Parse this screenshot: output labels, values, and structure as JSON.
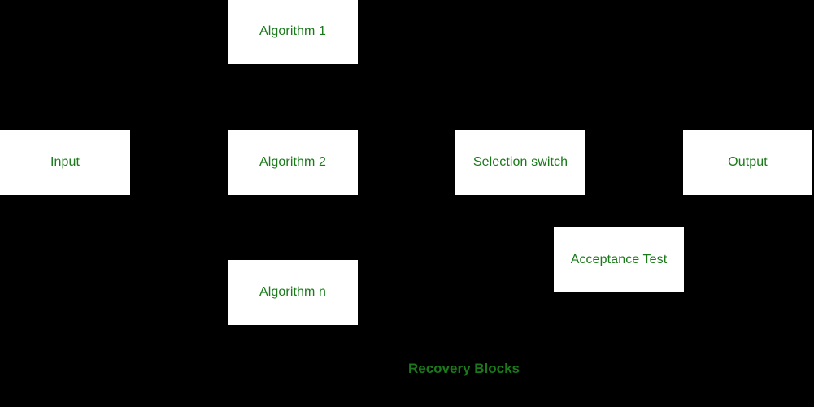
{
  "diagram": {
    "caption": "Recovery Blocks",
    "background_color": "#000000",
    "node_fill_color": "#ffffff",
    "text_color": "#1a7a1a",
    "nodes": [
      {
        "id": "algorithm-1",
        "label": "Algorithm 1"
      },
      {
        "id": "input",
        "label": "Input"
      },
      {
        "id": "algorithm-2",
        "label": "Algorithm 2"
      },
      {
        "id": "selection-switch",
        "label": "Selection switch"
      },
      {
        "id": "output",
        "label": "Output"
      },
      {
        "id": "acceptance-test",
        "label": "Acceptance Test"
      },
      {
        "id": "algorithm-n",
        "label": "Algorithm n"
      }
    ]
  }
}
